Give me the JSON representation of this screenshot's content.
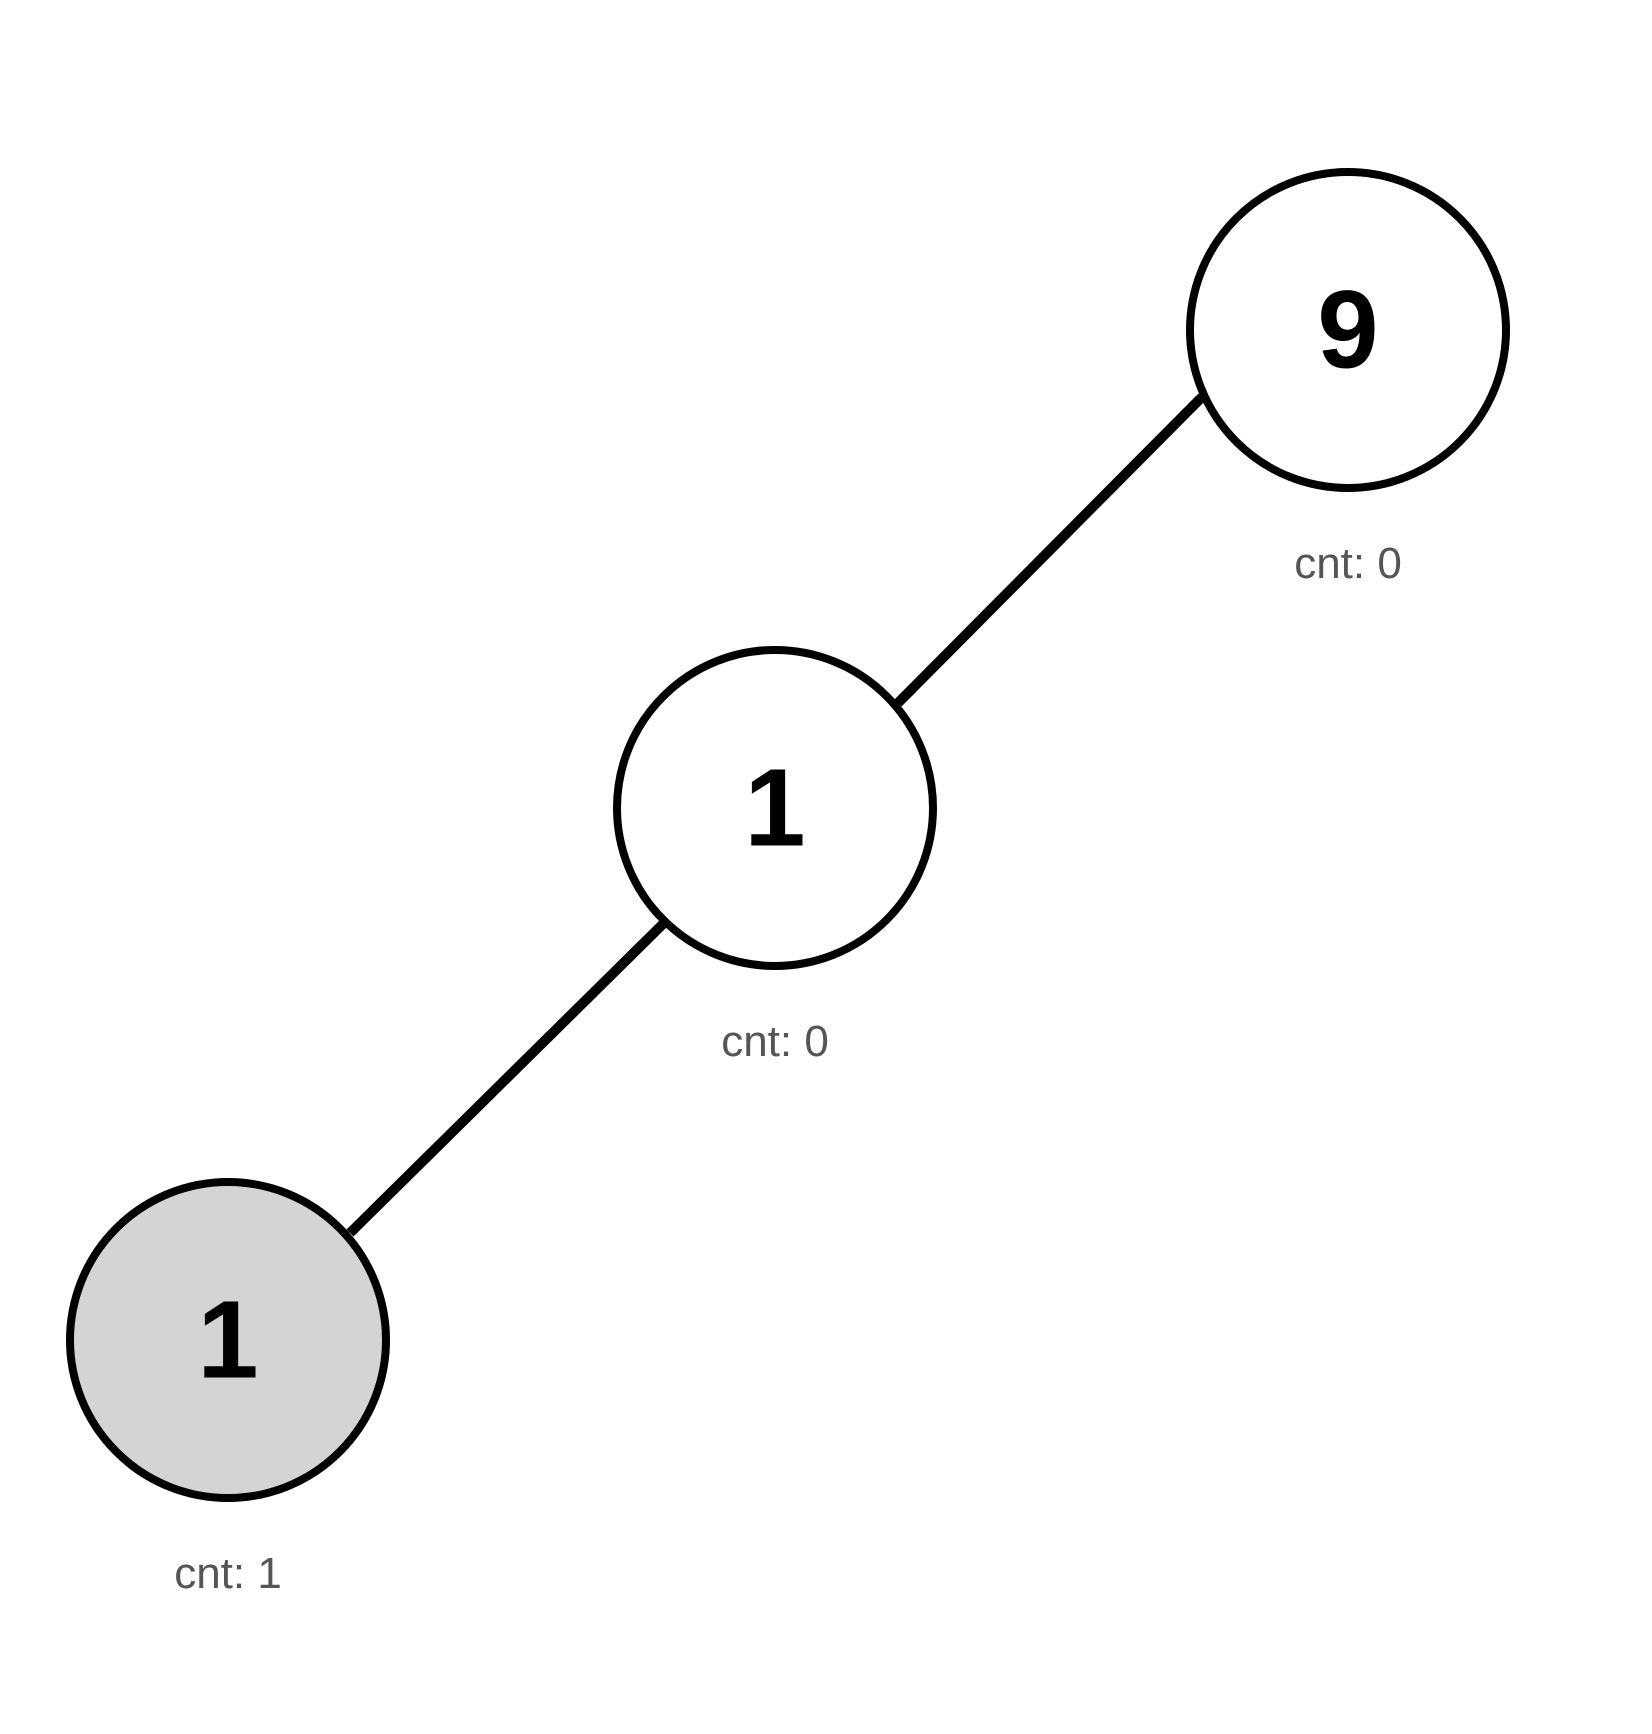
{
  "tree": {
    "nodes": [
      {
        "id": "root",
        "value": "9",
        "count_label": "cnt: 0",
        "highlighted": false
      },
      {
        "id": "middle",
        "value": "1",
        "count_label": "cnt: 0",
        "highlighted": false
      },
      {
        "id": "leaf",
        "value": "1",
        "count_label": "cnt: 1",
        "highlighted": true
      }
    ],
    "edges": [
      {
        "from": "root",
        "to": "middle"
      },
      {
        "from": "middle",
        "to": "leaf"
      }
    ]
  },
  "colors": {
    "node_fill": "#ffffff",
    "highlight_fill": "#d4d4d4",
    "stroke": "#000000",
    "count_text": "#555555"
  }
}
